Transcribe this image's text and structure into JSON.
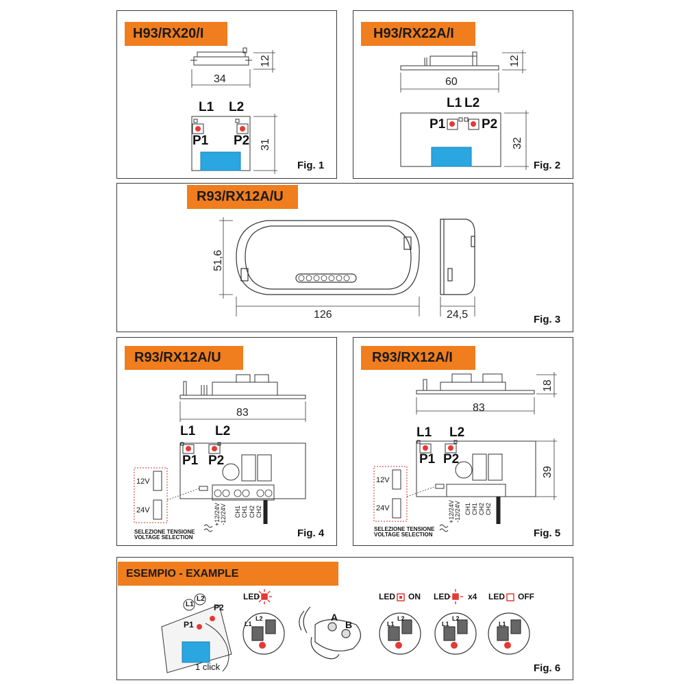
{
  "fig1": {
    "model": "H93/RX20/I",
    "width": "34",
    "height": "12",
    "board_height": "31",
    "led1": "L1",
    "led2": "L2",
    "btn1": "P1",
    "btn2": "P2",
    "caption": "Fig. 1"
  },
  "fig2": {
    "model": "H93/RX22A/I",
    "width": "60",
    "height": "12",
    "board_height": "32",
    "led1": "L1",
    "led2": "L2",
    "btn1": "P1",
    "btn2": "P2",
    "caption": "Fig. 2"
  },
  "fig3": {
    "model": "R93/RX12A/U",
    "height": "51,6",
    "width": "126",
    "depth": "24,5",
    "caption": "Fig. 3"
  },
  "fig4": {
    "model": "R93/RX12A/U",
    "width": "83",
    "led1": "L1",
    "led2": "L2",
    "btn1": "P1",
    "btn2": "P2",
    "v12": "12V",
    "v24": "24V",
    "terminals": [
      "+12/24V",
      "-12/24V",
      "CH1",
      "CH1",
      "CH2",
      "CH2"
    ],
    "note1": "SELEZIONE TENSIONE",
    "note2": "VOLTAGE SELECTION",
    "caption": "Fig. 4"
  },
  "fig5": {
    "model": "R93/RX12A/I",
    "width": "83",
    "height": "18",
    "board_height": "39",
    "led1": "L1",
    "led2": "L2",
    "btn1": "P1",
    "btn2": "P2",
    "v12": "12V",
    "v24": "24V",
    "terminals": [
      "+12/24V",
      "-12/24V",
      "CH1",
      "CH1",
      "CH2",
      "CH2"
    ],
    "note1": "SELEZIONE TENSIONE",
    "note2": "VOLTAGE SELECTION",
    "caption": "Fig. 5"
  },
  "fig6": {
    "title": "ESEMPIO - EXAMPLE",
    "led_blink": "LED",
    "led_on": "LED",
    "led_on_text": "ON",
    "led_x4": "LED",
    "led_x4_text": "x4",
    "led_off": "LED",
    "led_off_text": "OFF",
    "click": "1 click",
    "key_a": "A",
    "key_b": "B",
    "l1": "L1",
    "l2": "L2",
    "p1": "P1",
    "p2": "P2",
    "caption": "Fig. 6",
    "colors": {
      "accent": "#f07d1e",
      "led": "#e53935",
      "blue": "#2aa7e0"
    }
  }
}
